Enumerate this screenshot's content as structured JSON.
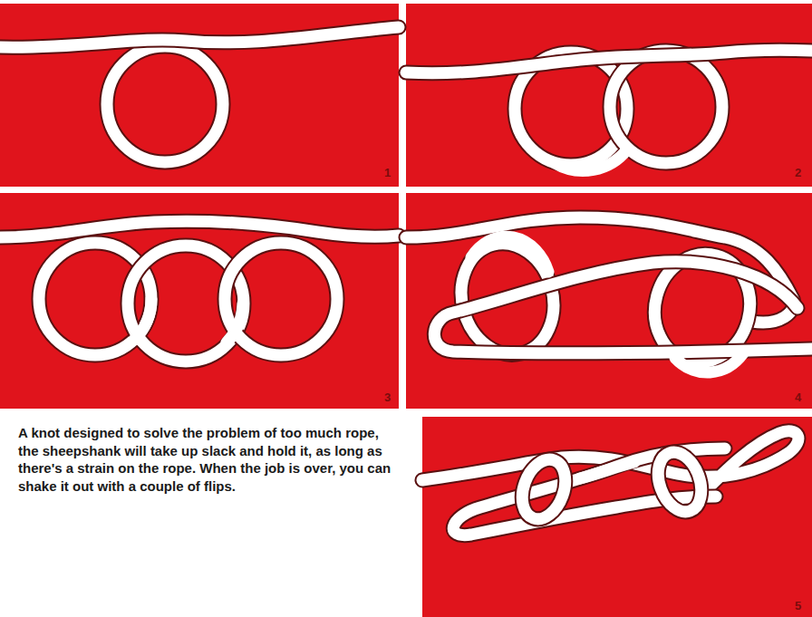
{
  "diagram": {
    "caption": "A knot designed to solve the problem of too much rope, the sheepshank will take up slack and hold it, as long as there's a strain on the rope. When the job is over, you can shake it out with a couple of flips.",
    "labels": [
      "1",
      "2",
      "3",
      "4",
      "5"
    ]
  }
}
